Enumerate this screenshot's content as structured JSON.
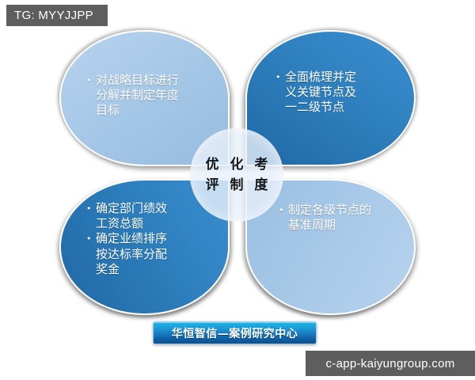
{
  "watermarks": {
    "top_left": "TG: MYYJJPP",
    "bottom_right": "c-app-kaiyungroup.com"
  },
  "diagram": {
    "center": {
      "line1": "优 化 考",
      "line2": "评 制 度",
      "full_text": "优化考评制度"
    },
    "petals": [
      {
        "position": "top-left",
        "color": "#a4c6e6",
        "bullets": [
          {
            "lines": [
              "对战略目标进行",
              "分解并制定年度",
              "目标"
            ]
          }
        ]
      },
      {
        "position": "top-right",
        "color": "#2c7cba",
        "bullets": [
          {
            "lines": [
              "全面梳理并定",
              "义关键节点及",
              "一二级节点"
            ]
          }
        ]
      },
      {
        "position": "bottom-left",
        "color": "#2c7cba",
        "bullets": [
          {
            "lines": [
              "确定部门绩效",
              "工资总额"
            ]
          },
          {
            "lines": [
              "确定业绩排序",
              "按达标率分配",
              "奖金"
            ]
          }
        ]
      },
      {
        "position": "bottom-right",
        "color": "#a8c9e8",
        "bullets": [
          {
            "lines": [
              "制定各级节点的",
              "基准周期"
            ]
          }
        ]
      }
    ],
    "bullet_glyph": "•"
  },
  "banner": {
    "text": "华恒智信—案例研究中心"
  }
}
